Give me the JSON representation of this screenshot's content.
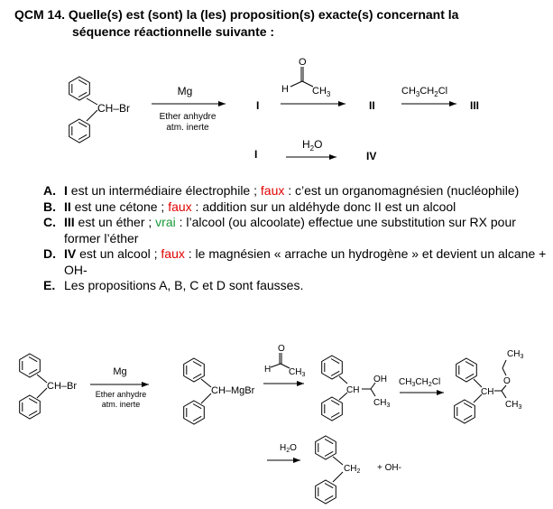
{
  "question": {
    "number": "QCM 14.",
    "text_line1": "Quelle(s) est (sont) la (les) proposition(s) exacte(s) concernant la",
    "text_line2": "séquence réactionnelle suivante :"
  },
  "scheme": {
    "reactant_label": "CH–Br",
    "step1": {
      "reagent_above": "Mg",
      "cond_line1": "Ether anhydre",
      "cond_line2": "atm. inerte",
      "product": "I"
    },
    "step2": {
      "reactant": "I",
      "reagent_H": "H",
      "reagent_O": "O",
      "reagent_CH3": "CH3",
      "product": "II"
    },
    "step3": {
      "reagent": "CH3CH2Cl",
      "product": "III"
    },
    "step4": {
      "reactant": "I",
      "reagent": "H2O",
      "product": "IV"
    }
  },
  "options": [
    {
      "letter": "A.",
      "subject": "I",
      "statement": " est un intermédiaire électrophile ; ",
      "verdict": "faux",
      "verdict_color": "#e00000",
      "explanation": " : c’est un organomagnésien (nucléophile)"
    },
    {
      "letter": "B.",
      "subject": "II",
      "statement": " est une cétone ; ",
      "verdict": "faux",
      "verdict_color": "#e00000",
      "explanation": " : addition sur un aldéhyde donc II est un alcool"
    },
    {
      "letter": "C.",
      "subject": "III",
      "statement": " est un éther ; ",
      "verdict": "vrai",
      "verdict_color": "#1a9a3a",
      "explanation": " : l’alcool (ou alcoolate) effectue une substitution sur RX pour former l’éther"
    },
    {
      "letter": "D.",
      "subject": "IV",
      "statement": " est un alcool ; ",
      "verdict": "faux",
      "verdict_color": "#e00000",
      "explanation": " : le magnésien « arrache un hydrogène » et devient un alcane + OH-"
    },
    {
      "letter": "E.",
      "subject": "",
      "statement": "Les propositions A, B, C et D sont fausses.",
      "verdict": "",
      "verdict_color": "",
      "explanation": ""
    }
  ],
  "solution_scheme": {
    "reactant_label": "CH–Br",
    "step1": {
      "reagent_above": "Mg",
      "cond_line1": "Ether anhydre",
      "cond_line2": "atm. inerte"
    },
    "grignard_label": "CH–MgBr",
    "step2": {
      "reagent_H": "H",
      "reagent_O": "O",
      "reagent_CH3": "CH3"
    },
    "alcohol": {
      "ch": "CH",
      "oh": "OH",
      "ch3": "CH3"
    },
    "step3": {
      "reagent": "CH3CH2Cl"
    },
    "ether": {
      "ch": "CH",
      "o": "O",
      "ch3_top": "CH3",
      "ch3_bottom": "CH3"
    },
    "step4": {
      "reagent": "H2O"
    },
    "alkane": {
      "ch2": "CH2",
      "byproduct": "+ OH-"
    }
  }
}
